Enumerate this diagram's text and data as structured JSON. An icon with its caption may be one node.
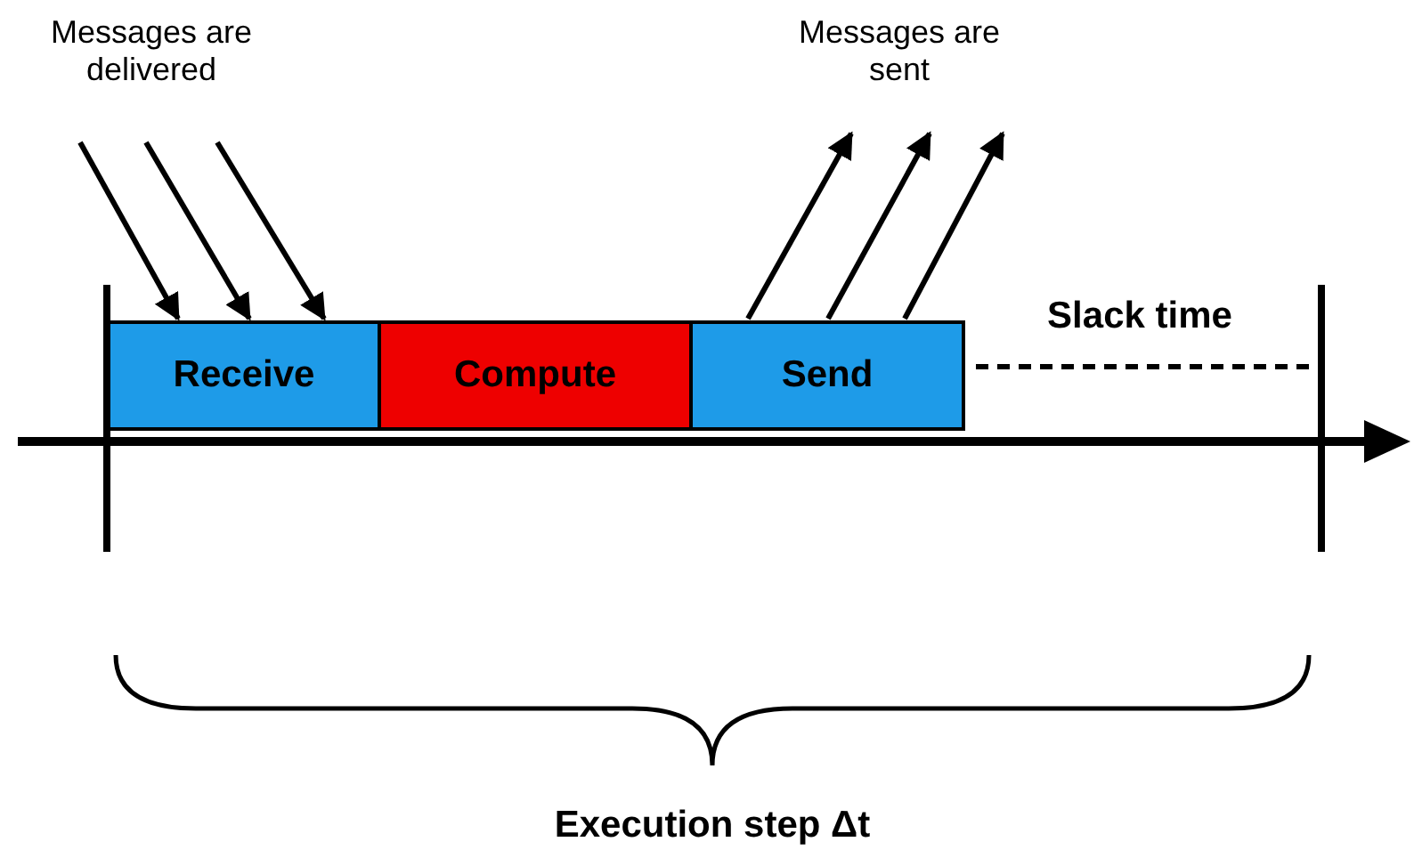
{
  "diagram": {
    "nodes": [
      {
        "text": [
          "Receive"
        ]
      },
      {
        "text": [
          "Compute"
        ]
      },
      {
        "text": [
          "Send"
        ]
      }
    ],
    "edges": [
      {
        "from": null,
        "to": 0,
        "arrow": "to"
      },
      {
        "from": null,
        "to": 0,
        "arrow": "to"
      },
      {
        "from": null,
        "to": 0,
        "arrow": "to"
      },
      {
        "from": 2,
        "to": null,
        "arrow": "to"
      },
      {
        "from": 2,
        "to": null,
        "arrow": "to"
      },
      {
        "from": 2,
        "to": null,
        "arrow": "to"
      }
    ],
    "labels": [
      "Messages are delivered",
      "Messages are sent",
      "Slack time",
      "Execution step Δt"
    ]
  }
}
